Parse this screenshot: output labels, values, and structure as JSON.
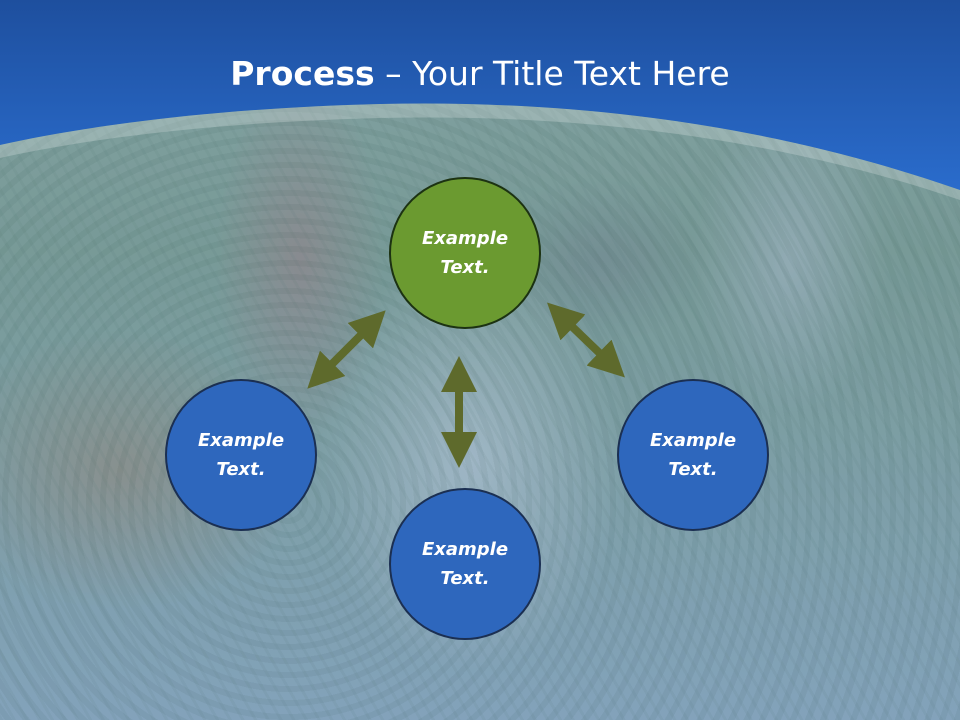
{
  "slide": {
    "title_bold": "Process",
    "title_rest": " – Your Title Text Here"
  },
  "diagram": {
    "nodes": {
      "top": {
        "text": "Example Text.",
        "color": "#6b9a30"
      },
      "left": {
        "text": "Example Text.",
        "color": "#2e67bd"
      },
      "right": {
        "text": "Example Text.",
        "color": "#2e67bd"
      },
      "bottom": {
        "text": "Example Text.",
        "color": "#2e67bd"
      }
    },
    "arrow_color": "#5e6a2c",
    "header_color": "#2261bf"
  }
}
